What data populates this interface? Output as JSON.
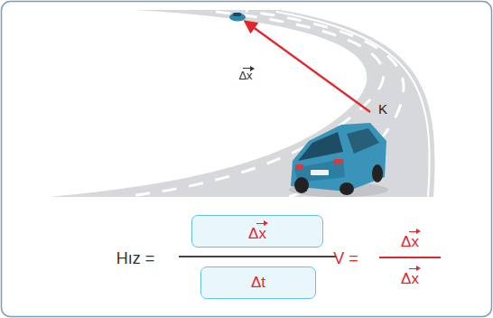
{
  "diagram": {
    "nodes": [
      {
        "text": [
          "Δx"
        ]
      },
      {
        "text": [
          "Δt"
        ]
      }
    ],
    "labels": [
      "Δx",
      "K",
      "Hız =",
      "V =",
      "Δx",
      "Δx"
    ]
  }
}
